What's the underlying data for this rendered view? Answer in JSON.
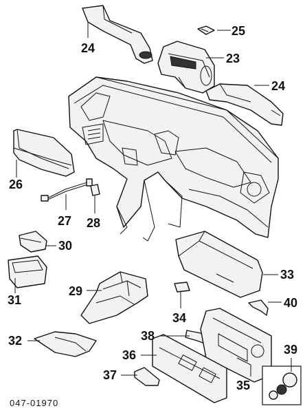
{
  "callouts": {
    "c24a": "24",
    "c25": "25",
    "c23": "23",
    "c24b": "24",
    "c26": "26",
    "c27": "27",
    "c28": "28",
    "c30": "30",
    "c31": "31",
    "c29": "29",
    "c33": "33",
    "c34": "34",
    "c40": "40",
    "c32": "32",
    "c38": "38",
    "c36": "36",
    "c39": "39",
    "c37": "37",
    "c35": "35"
  },
  "diagram_code": "047-01970"
}
